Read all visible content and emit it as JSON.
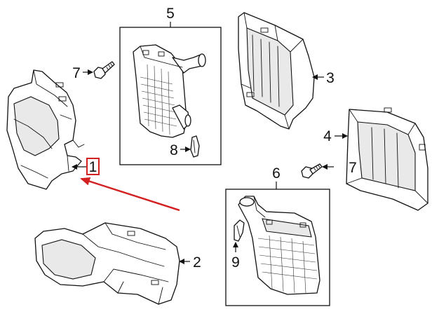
{
  "callouts": {
    "part_1": "1",
    "part_2": "2",
    "part_3": "3",
    "part_4": "4",
    "part_5": "5",
    "part_6": "6",
    "part_7a": "7",
    "part_7b": "7",
    "part_8": "8",
    "part_9": "9"
  },
  "colors": {
    "line": "#111111",
    "highlight": "#d32020",
    "background": "#ffffff"
  }
}
